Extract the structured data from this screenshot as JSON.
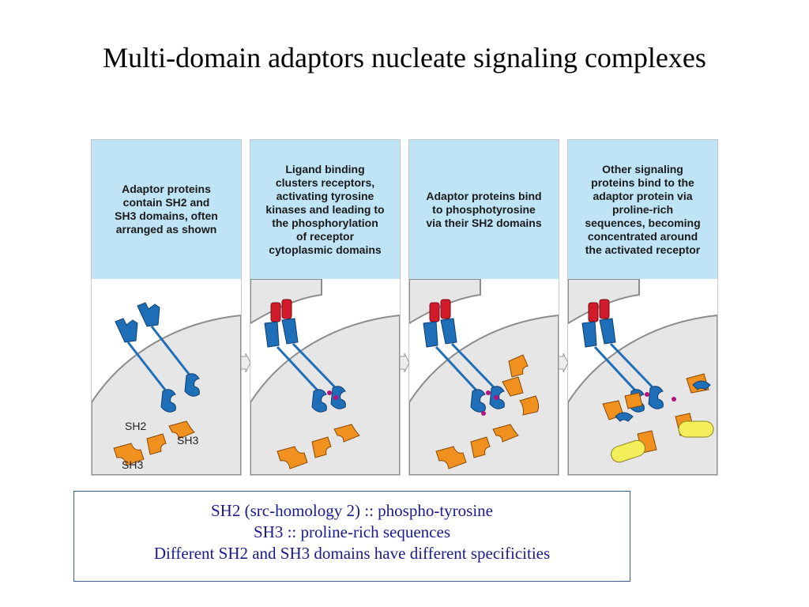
{
  "title": "Multi-domain adaptors nucleate signaling complexes",
  "panels": [
    {
      "caption": "Adaptor proteins\ncontain SH2 and\nSH3 domains, often\narranged as shown",
      "labels": {
        "sh2": "SH2",
        "sh3_a": "SH3",
        "sh3_b": "SH3"
      }
    },
    {
      "caption": "Ligand binding\nclusters receptors,\nactivating tyrosine\nkinases and leading to\nthe phosphorylation\nof receptor\ncytoplasmic domains"
    },
    {
      "caption": "Adaptor proteins bind\nto phosphotyrosine\nvia their SH2 domains"
    },
    {
      "caption": "Other signaling\nproteins bind to the\nadaptor protein via\nproline-rich\nsequences, becoming\nconcentrated around\nthe activated receptor"
    }
  ],
  "notes": [
    "SH2 (src-homology 2) :: phospho-tyrosine",
    "SH3 :: proline-rich sequences",
    "Different SH2 and SH3 domains have different specificities"
  ],
  "colors": {
    "caption_bg": "#bfe4f6",
    "receptor_blue": "#1f6fb8",
    "ligand_red": "#d11a2a",
    "adaptor_orange": "#f0901e",
    "phospho_magenta": "#b5127a",
    "signaling_yellow": "#f4ee5a",
    "cell_gray": "#e6e6e6",
    "notes_text": "#1a1a8c"
  }
}
